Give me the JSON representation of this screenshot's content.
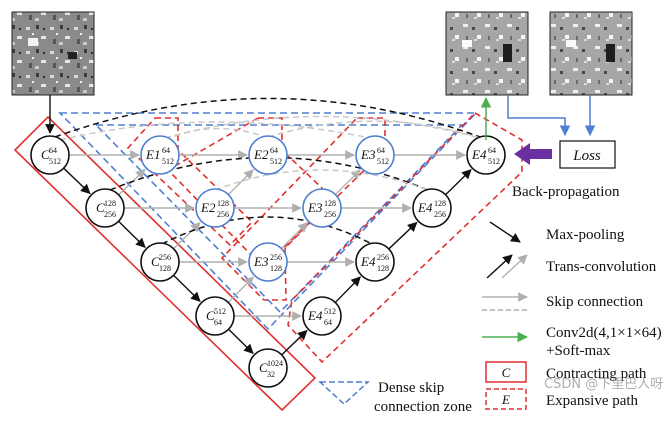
{
  "nodes": [
    {
      "id": "c1",
      "letter": "C",
      "sup": "64",
      "sub": "512",
      "color": "#111111"
    },
    {
      "id": "c2",
      "letter": "C",
      "sup": "128",
      "sub": "256",
      "color": "#111111"
    },
    {
      "id": "c3",
      "letter": "C",
      "sup": "256",
      "sub": "128",
      "color": "#111111"
    },
    {
      "id": "c4",
      "letter": "C",
      "sup": "512",
      "sub": "64",
      "color": "#111111"
    },
    {
      "id": "c5",
      "letter": "C",
      "sup": "1024",
      "sub": "32",
      "color": "#111111"
    },
    {
      "id": "e1a",
      "letter": "E1",
      "sup": "64",
      "sub": "512",
      "color": "#4f7fd0"
    },
    {
      "id": "e2a",
      "letter": "E2",
      "sup": "64",
      "sub": "512",
      "color": "#4f7fd0"
    },
    {
      "id": "e3a",
      "letter": "E3",
      "sup": "64",
      "sub": "512",
      "color": "#4f7fd0"
    },
    {
      "id": "e4a",
      "letter": "E4",
      "sup": "64",
      "sub": "512",
      "color": "#111111"
    },
    {
      "id": "e2b",
      "letter": "E2",
      "sup": "128",
      "sub": "256",
      "color": "#4f7fd0"
    },
    {
      "id": "e3b",
      "letter": "E3",
      "sup": "128",
      "sub": "256",
      "color": "#4f7fd0"
    },
    {
      "id": "e4b",
      "letter": "E4",
      "sup": "128",
      "sub": "256",
      "color": "#111111"
    },
    {
      "id": "e3c",
      "letter": "E3",
      "sup": "256",
      "sub": "128",
      "color": "#4f7fd0"
    },
    {
      "id": "e4c",
      "letter": "E4",
      "sup": "256",
      "sub": "128",
      "color": "#111111"
    },
    {
      "id": "e4d",
      "letter": "E4",
      "sup": "512",
      "sub": "64",
      "color": "#111111"
    }
  ],
  "loss_label": "Loss",
  "backprop_label": "Back-propagation",
  "legend": {
    "max_pooling": "Max-pooling",
    "trans_conv": "Trans-convolution",
    "skip": "Skip connection",
    "conv_line1": "Conv2d(4,1×1×64)",
    "conv_line2": "+Soft-max",
    "contract_letter": "C",
    "contract": "Contracting path",
    "expand_letter": "E",
    "expand": "Expansive path",
    "dense_line1": "Dense skip",
    "dense_line2": "connection zone"
  },
  "watermark": "CSDN @下里巴人呀",
  "colors": {
    "red": "#e03030",
    "blue": "#4f7fd0",
    "green": "#4caf50",
    "purple": "#6a2fa0",
    "gray": "#b0b0b0"
  }
}
